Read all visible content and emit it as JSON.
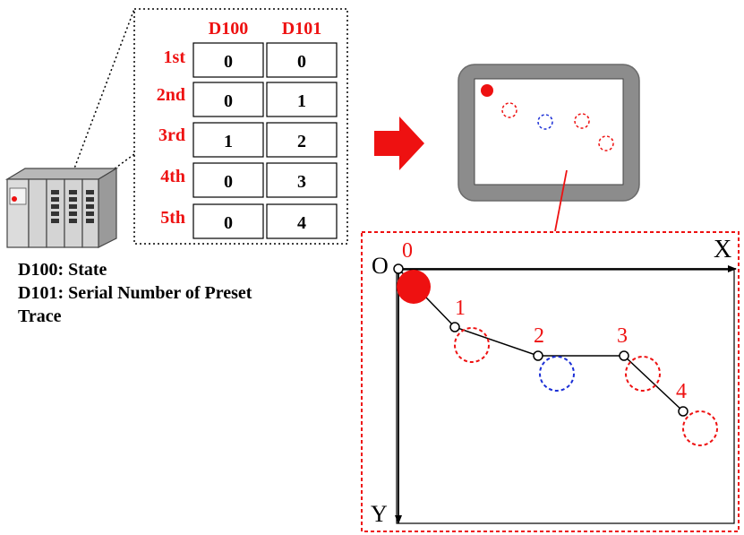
{
  "table": {
    "headers": [
      "D100",
      "D101"
    ],
    "rows": [
      {
        "label": "1st",
        "d100": "0",
        "d101": "0"
      },
      {
        "label": "2nd",
        "d100": "0",
        "d101": "1"
      },
      {
        "label": "3rd",
        "d100": "1",
        "d101": "2"
      },
      {
        "label": "4th",
        "d100": "0",
        "d101": "3"
      },
      {
        "label": "5th",
        "d100": "0",
        "d101": "4"
      }
    ]
  },
  "legend": {
    "line1": "D100: State",
    "line2": "D101: Serial Number of Preset",
    "line3": "Trace"
  },
  "trace": {
    "origin_label": "O",
    "x_axis_label": "X",
    "y_axis_label": "Y",
    "point_labels": [
      "0",
      "1",
      "2",
      "3",
      "4"
    ]
  },
  "colors": {
    "accent": "#ee1111",
    "blue": "#1b2fd6",
    "gray": "#8c8c8c"
  }
}
